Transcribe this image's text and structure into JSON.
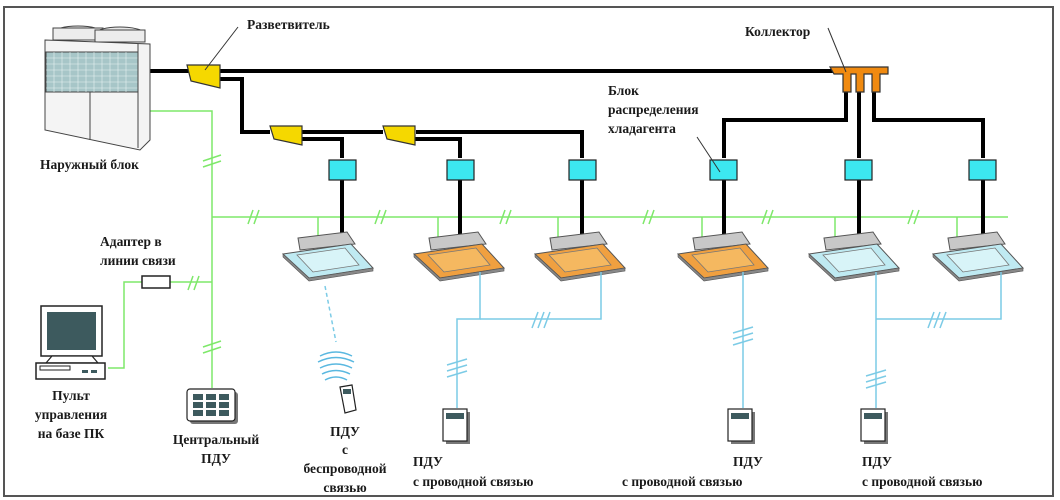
{
  "diagram": {
    "title": "VRF system schematic",
    "colors": {
      "pipe": "#000000",
      "communication_line": "#7ee86a",
      "remote_wire": "#7ccbe6",
      "branch_joint": "#f5d800",
      "header": "#f08a10",
      "refrigerant_distribution_unit": "#3ce8f0",
      "indoor_unit_blue": "#bfeaf2",
      "indoor_unit_orange": "#f0a040",
      "frame": "#555555"
    },
    "labels": {
      "outdoor_unit": "Наружный блок",
      "branch_joint": "Разветвитель",
      "header": "Коллектор",
      "distribution_unit": [
        "Блок",
        "распределения",
        "хладагента"
      ],
      "adapter": [
        "Адаптер в",
        "линии связи"
      ],
      "pc_controller": [
        "Пульт",
        "управления",
        "на базе ПК"
      ],
      "central_controller": [
        "Центральный",
        "ПДУ"
      ],
      "wireless_remote": [
        "ПДУ",
        "с",
        "беспроводной",
        "связью"
      ],
      "wired_remote_1": [
        "ПДУ",
        "с проводной связью"
      ],
      "wired_remote_2": [
        "ПДУ",
        "с проводной связью"
      ],
      "wired_remote_3": [
        "ПДУ",
        "с проводной связью"
      ]
    },
    "indoor_units": [
      {
        "id": 1,
        "color": "blue",
        "remote": "wireless"
      },
      {
        "id": 2,
        "color": "orange",
        "remote": "wired_group_1"
      },
      {
        "id": 3,
        "color": "orange",
        "remote": "wired_group_1"
      },
      {
        "id": 4,
        "color": "orange",
        "remote": "wired_single"
      },
      {
        "id": 5,
        "color": "blue",
        "remote": "wired_group_2"
      },
      {
        "id": 6,
        "color": "blue",
        "remote": "wired_group_2"
      }
    ]
  }
}
